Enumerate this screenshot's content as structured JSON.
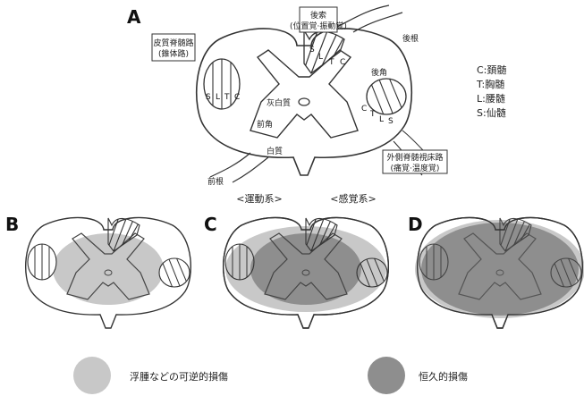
{
  "panels": {
    "a": "A",
    "b": "B",
    "c": "C",
    "d": "D"
  },
  "labels": {
    "posterior_column": "後索",
    "posterior_column_sub": "(位置覚·振動覚)",
    "posterior_root": "後根",
    "posterior_horn": "後角",
    "corticospinal": "皮質脊髄路",
    "corticospinal_sub": "(錐体路)",
    "gray_matter": "灰白質",
    "anterior_horn": "前角",
    "white_matter": "白質",
    "spinothalamic": "外側脊髄視床路",
    "spinothalamic_sub": "(痛覚·温度覚)",
    "anterior_root": "前根",
    "motor_system": "<運動系>",
    "sensory_system": "<感覚系>"
  },
  "tract_letters": {
    "posterior": [
      "S",
      "L",
      "T",
      "C"
    ],
    "corticospinal": [
      "S",
      "L",
      "T",
      "C"
    ],
    "spinothalamic": [
      "C",
      "T",
      "L",
      "S"
    ]
  },
  "key": [
    "C:頚髄",
    "T:胸髄",
    "L:腰髄",
    "S:仙髄"
  ],
  "legend": {
    "reversible": "浮腫などの可逆的損傷",
    "permanent": "恒久的損傷"
  },
  "colors": {
    "reversible": "#c8c8c8",
    "permanent": "#8e8e8e",
    "outline": "#333333"
  }
}
